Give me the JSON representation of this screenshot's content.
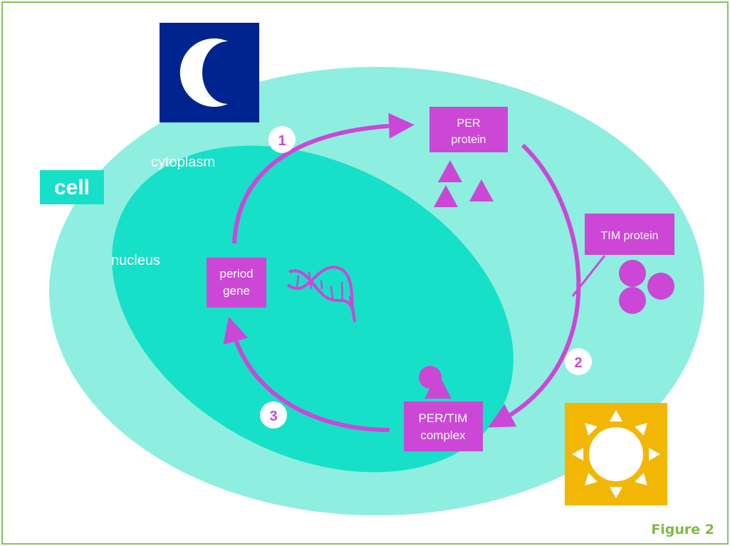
{
  "labels": {
    "cell": "cell",
    "cytoplasm": "cytoplasm",
    "nucleus": "nucleus",
    "period_gene_line1": "period",
    "period_gene_line2": "gene",
    "per_protein_line1": "PER",
    "per_protein_line2": "protein",
    "tim_protein": "TIM protein",
    "complex_line1": "PER/TIM",
    "complex_line2": "complex"
  },
  "steps": [
    "1",
    "2",
    "3"
  ],
  "caption": "Figure 2",
  "colors": {
    "cell_fill": "#8eeee0",
    "nucleus_fill": "#17e0c8",
    "accent_magenta": "#cc47d6",
    "night_blue": "#00248f",
    "sun_orange": "#f2b705",
    "frame_green": "#86c35a"
  },
  "icons": [
    "moon-icon",
    "sun-icon",
    "dna-icon",
    "per-protein-triangle-icon",
    "tim-protein-circle-icon",
    "per-tim-complex-icon"
  ]
}
